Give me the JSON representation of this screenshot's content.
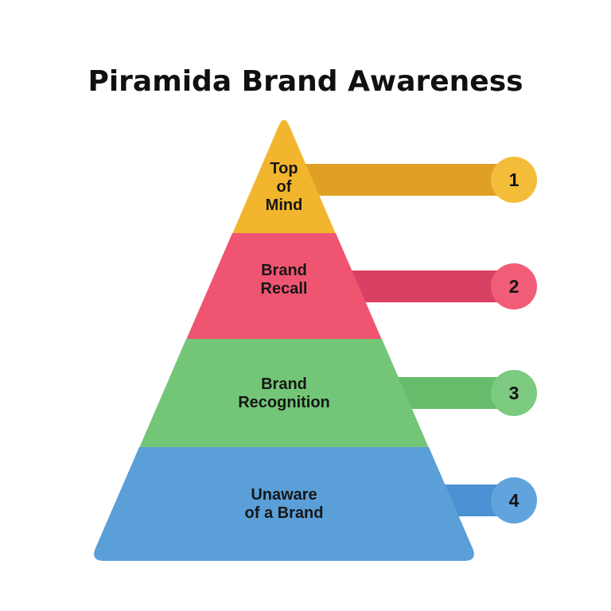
{
  "title": "Piramida Brand Awareness",
  "background": "#FFFFFF",
  "text_color": "#161616",
  "pyramid": {
    "levels": [
      {
        "number": "1",
        "label": "Top of Mind",
        "lines": [
          "Top",
          "of",
          "Mind"
        ],
        "fill": "#F1B52E",
        "bar_color": "#E0A026",
        "circle_color": "#F3BD39"
      },
      {
        "number": "2",
        "label": "Brand Recall",
        "lines": [
          "Brand",
          "Recall"
        ],
        "fill": "#EF5571",
        "bar_color": "#D84064",
        "circle_color": "#F15C77"
      },
      {
        "number": "3",
        "label": "Brand Recognition",
        "lines": [
          "Brand",
          "Recognition"
        ],
        "fill": "#73C677",
        "bar_color": "#66BC6B",
        "circle_color": "#7CCA80"
      },
      {
        "number": "4",
        "label": "Unaware of a Brand",
        "lines": [
          "Unaware",
          "of a Brand"
        ],
        "fill": "#5B9FD9",
        "bar_color": "#4B91D3",
        "circle_color": "#61A4DD"
      }
    ]
  }
}
